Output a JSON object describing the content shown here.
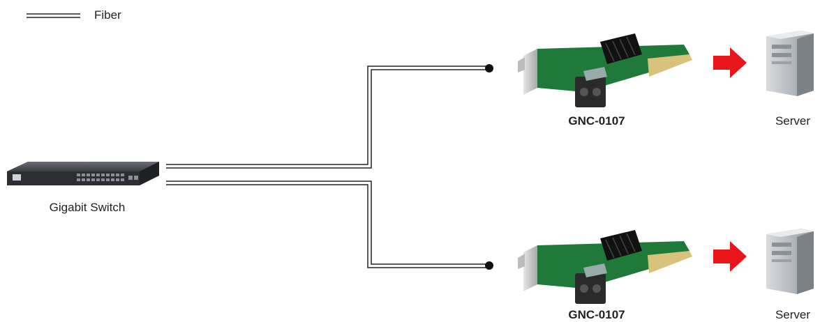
{
  "legend": {
    "label": "Fiber"
  },
  "switch": {
    "label": "Gigabit Switch"
  },
  "nics": [
    {
      "label": "GNC-0107"
    },
    {
      "label": "GNC-0107"
    }
  ],
  "servers": [
    {
      "label": "Server"
    },
    {
      "label": "Server"
    }
  ],
  "colors": {
    "fiber": "#222222",
    "arrow": "#e8161b",
    "pcb": "#1f7a3a",
    "bracket": "#c9c9c9",
    "server_body": "#b9bdc2"
  },
  "icons": [
    "gigabit-switch-icon",
    "nic-card-icon",
    "server-tower-icon",
    "arrow-right-icon"
  ]
}
